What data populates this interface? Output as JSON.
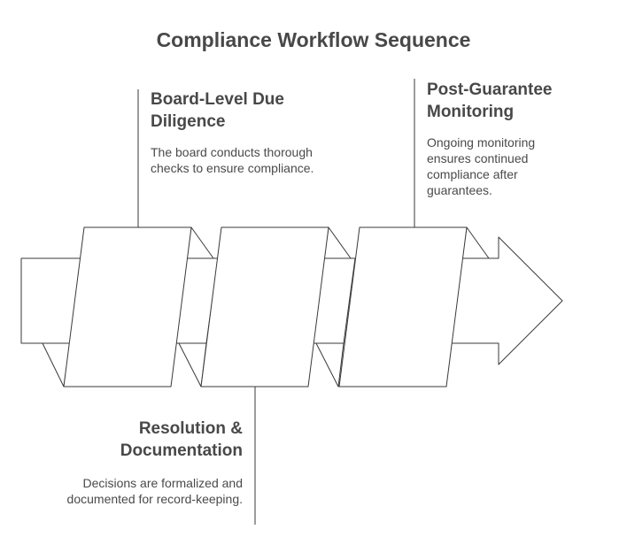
{
  "title": "Compliance Workflow Sequence",
  "steps": [
    {
      "heading": "Board-Level Due Diligence",
      "description": "The board conducts thorough checks to ensure compliance."
    },
    {
      "heading": "Post-Guarantee Monitoring",
      "description": "Ongoing monitoring ensures continued compliance after guarantees."
    },
    {
      "heading": "Resolution & Documentation",
      "description": "Decisions are formalized and documented for record-keeping."
    }
  ],
  "colors": {
    "stroke": "#3a3a3a",
    "fill": "#ffffff",
    "title_text": "#484848",
    "body_text": "#4a4a4a"
  }
}
